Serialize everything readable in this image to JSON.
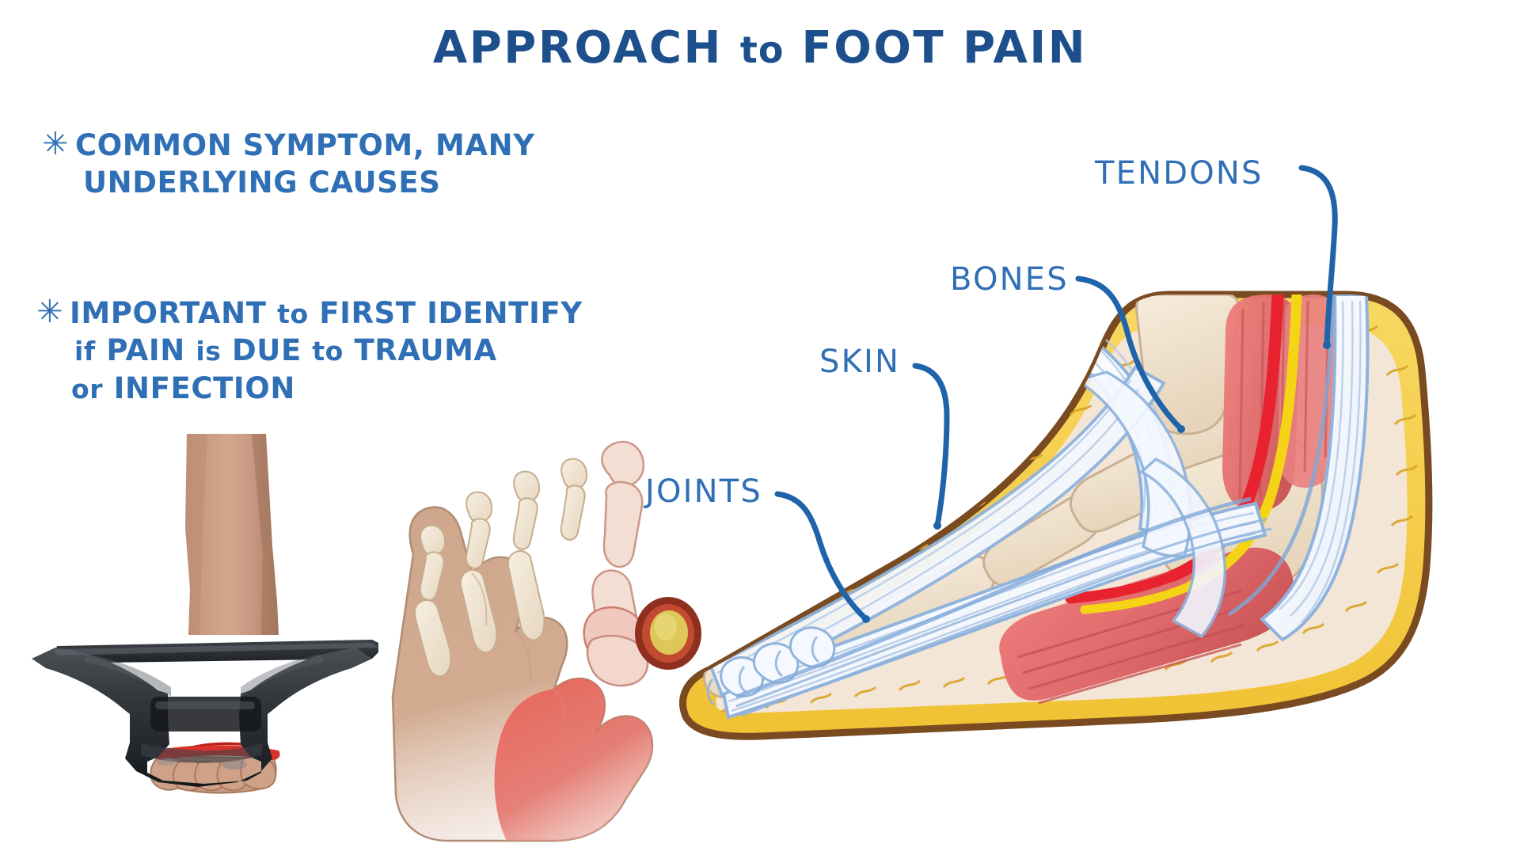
{
  "title": {
    "part1": "APPROACH",
    "connector": "to",
    "part2": "FOOT PAIN",
    "full": "APPROACH to FOOT PAIN",
    "color": "#1d4f8c"
  },
  "bullets": [
    {
      "marker": "✳",
      "lines": [
        "COMMON SYMPTOM, MANY",
        "UNDERLYING CAUSES"
      ],
      "color": "#2f6fb5"
    },
    {
      "marker": "✳",
      "lines": [
        {
          "segments": [
            {
              "text": "IMPORTANT",
              "case": "upper"
            },
            {
              "text": "to",
              "case": "lower"
            },
            {
              "text": "FIRST IDENTIFY",
              "case": "upper"
            }
          ]
        },
        {
          "segments": [
            {
              "text": "if",
              "case": "lower"
            },
            {
              "text": "PAIN",
              "case": "upper"
            },
            {
              "text": "is",
              "case": "lower"
            },
            {
              "text": "DUE",
              "case": "upper"
            },
            {
              "text": "to",
              "case": "lower"
            },
            {
              "text": "TRAUMA",
              "case": "upper"
            }
          ]
        },
        {
          "segments": [
            {
              "text": "or",
              "case": "lower"
            },
            {
              "text": "INFECTION",
              "case": "upper"
            }
          ]
        }
      ],
      "color": "#2f6fb5"
    }
  ],
  "annotations": [
    {
      "id": "tendons",
      "label": "TENDONS",
      "color": "#2f6fb5"
    },
    {
      "id": "bones",
      "label": "BONES",
      "color": "#2f6fb5"
    },
    {
      "id": "skin",
      "label": "SKIN",
      "color": "#2f6fb5"
    },
    {
      "id": "joints",
      "label": "JOINTS",
      "color": "#2f6fb5"
    }
  ],
  "illustrations": {
    "trauma": {
      "name": "anvil crushing foot",
      "parts": [
        "leg",
        "anvil",
        "crushed-toes"
      ],
      "colors": {
        "skin": "#c9947a",
        "skin_shadow": "#b07f66",
        "anvil": "#33373c",
        "anvil_dark": "#14171a",
        "blood": "#d9342b"
      }
    },
    "infection": {
      "name": "inflamed great toe with pustule",
      "parts": [
        "toes",
        "metatarsal-bones",
        "phalanges",
        "inflamed-joint",
        "pustule"
      ],
      "colors": {
        "skin": "#d7b49c",
        "bone": "#f2e6d5",
        "inflamed": "#e8584f",
        "pustule": "#e0c84f",
        "pustule_ring": "#8e2f20"
      }
    },
    "anatomy": {
      "name": "sagittal cross-section of foot",
      "parts": [
        "skin-outline",
        "subcutaneous-fat",
        "bones",
        "tendons",
        "ligaments",
        "muscles",
        "artery",
        "nerve",
        "vein"
      ],
      "colors": {
        "skin_outline": "#7a4a21",
        "fat": "#f4cb47",
        "fat_detail": "#d9a326",
        "bone": "#f0e3d2",
        "bone_edge": "#c9b093",
        "tendon": "#f4f7fd",
        "tendon_edge": "#8fb3dd",
        "muscle": "#e4706e",
        "muscle_dark": "#c44f52",
        "artery": "#e8232f",
        "nerve": "#f5d415",
        "leader": "#1f63ab"
      }
    }
  }
}
